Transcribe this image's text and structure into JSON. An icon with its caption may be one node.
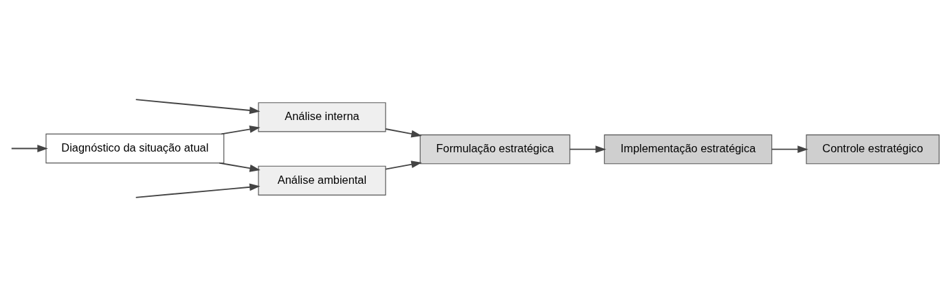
{
  "diagram": {
    "nodes": [
      {
        "text": [
          "Diagnóstico da situação atual"
        ]
      },
      {
        "text": [
          "Análise ambiental"
        ]
      },
      {
        "text": [
          "Análise interna"
        ]
      },
      {
        "text": [
          "Formulação estratégica"
        ]
      },
      {
        "text": [
          "Implementação estratégica"
        ]
      },
      {
        "text": [
          "Controle estratégico"
        ]
      }
    ],
    "edges": [
      {
        "from": null,
        "to": 0,
        "arrow": "to"
      },
      {
        "from": 0,
        "to": 1,
        "arrow": "to"
      },
      {
        "from": 0,
        "to": 2,
        "arrow": "to"
      },
      {
        "from": null,
        "to": 1,
        "arrow": "to"
      },
      {
        "from": null,
        "to": 2,
        "arrow": "to"
      },
      {
        "from": 1,
        "to": 3,
        "arrow": "to"
      },
      {
        "from": 2,
        "to": 3,
        "arrow": "to"
      },
      {
        "from": 3,
        "to": 4,
        "arrow": "to"
      },
      {
        "from": 4,
        "to": 5,
        "arrow": "to"
      }
    ]
  }
}
